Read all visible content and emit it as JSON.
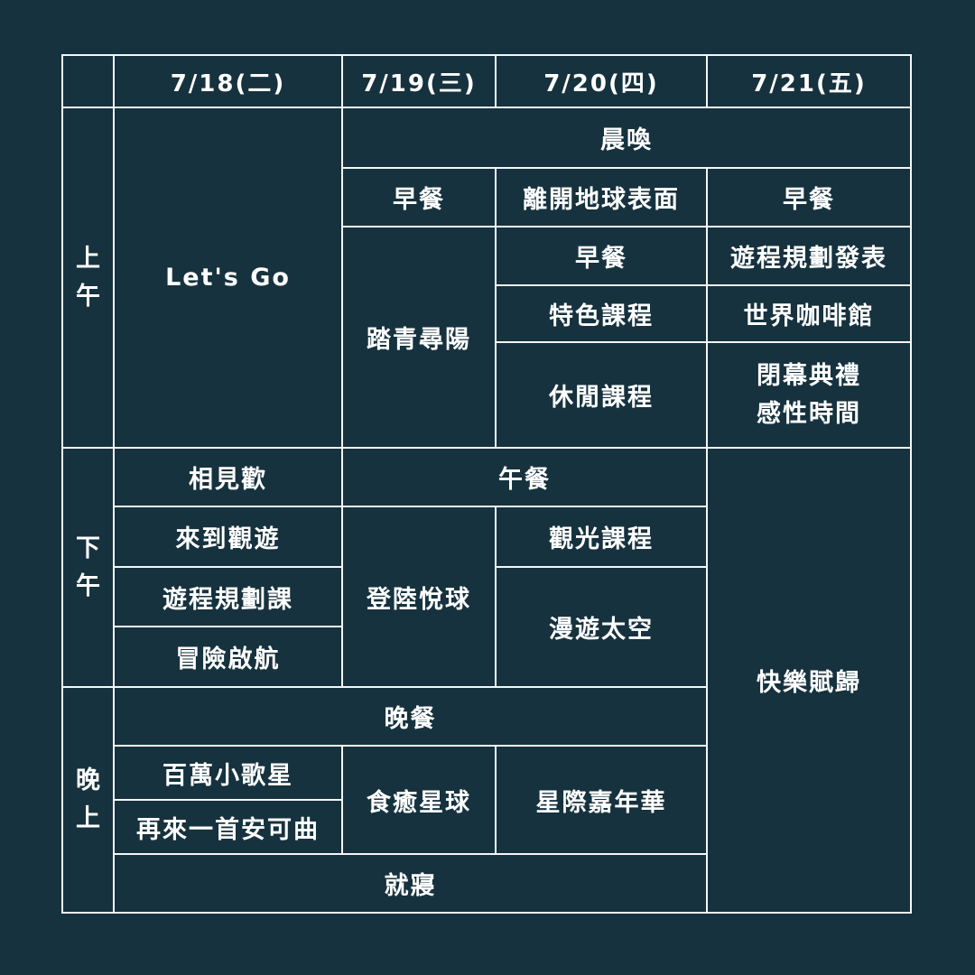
{
  "theme": {
    "background_color": "#16323E",
    "grid_line_color": "#F4F7F8",
    "text_color": "#FFFFFF"
  },
  "header": {
    "days": [
      "7/18(二)",
      "7/19(三)",
      "7/20(四)",
      "7/21(五)"
    ]
  },
  "sections": {
    "morning": "上午",
    "afternoon": "下午",
    "evening": "晚上"
  },
  "cells": {
    "lets_go": "Let's Go",
    "morning_call": "晨喚",
    "breakfast_wed": "早餐",
    "leave_earth_surface": "離開地球表面",
    "breakfast_fri": "早餐",
    "hiking_sunseek": "踏青尋陽",
    "breakfast_thu": "早餐",
    "itinerary_presentation": "遊程規劃發表",
    "special_course": "特色課程",
    "world_cafe": "世界咖啡館",
    "leisure_course": "休閒課程",
    "closing_ceremony_line1": "閉幕典禮",
    "closing_ceremony_line2": "感性時間",
    "meet_and_greet": "相見歡",
    "lunch": "午餐",
    "happy_return": "快樂賦歸",
    "arrive_sightseeing": "來到觀遊",
    "landing_planet": "登陸悅球",
    "sightseeing_course": "觀光課程",
    "itinerary_planning_class": "遊程規劃課",
    "space_roaming": "漫遊太空",
    "adventure_set_sail": "冒險啟航",
    "dinner": "晚餐",
    "million_little_singer": "百萬小歌星",
    "food_healing_planet": "食癒星球",
    "interstellar_carnival": "星際嘉年華",
    "one_more_encore": "再來一首安可曲",
    "bedtime": "就寢"
  }
}
